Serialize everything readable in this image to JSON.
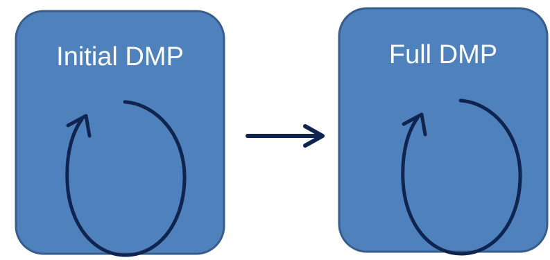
{
  "diagram": {
    "colors": {
      "box_fill": "#4f81bd",
      "box_stroke": "#385d8a",
      "cycle_stroke": "#0f2550",
      "arrow_stroke": "#0f2550",
      "label_text": "#ffffff"
    },
    "stages": [
      {
        "label": "Initial DMP",
        "icon": "cycle-arrow-icon"
      },
      {
        "label": "Full DMP",
        "icon": "cycle-arrow-icon"
      }
    ],
    "connector": {
      "icon": "right-arrow-icon",
      "from": "Initial DMP",
      "to": "Full DMP"
    }
  }
}
